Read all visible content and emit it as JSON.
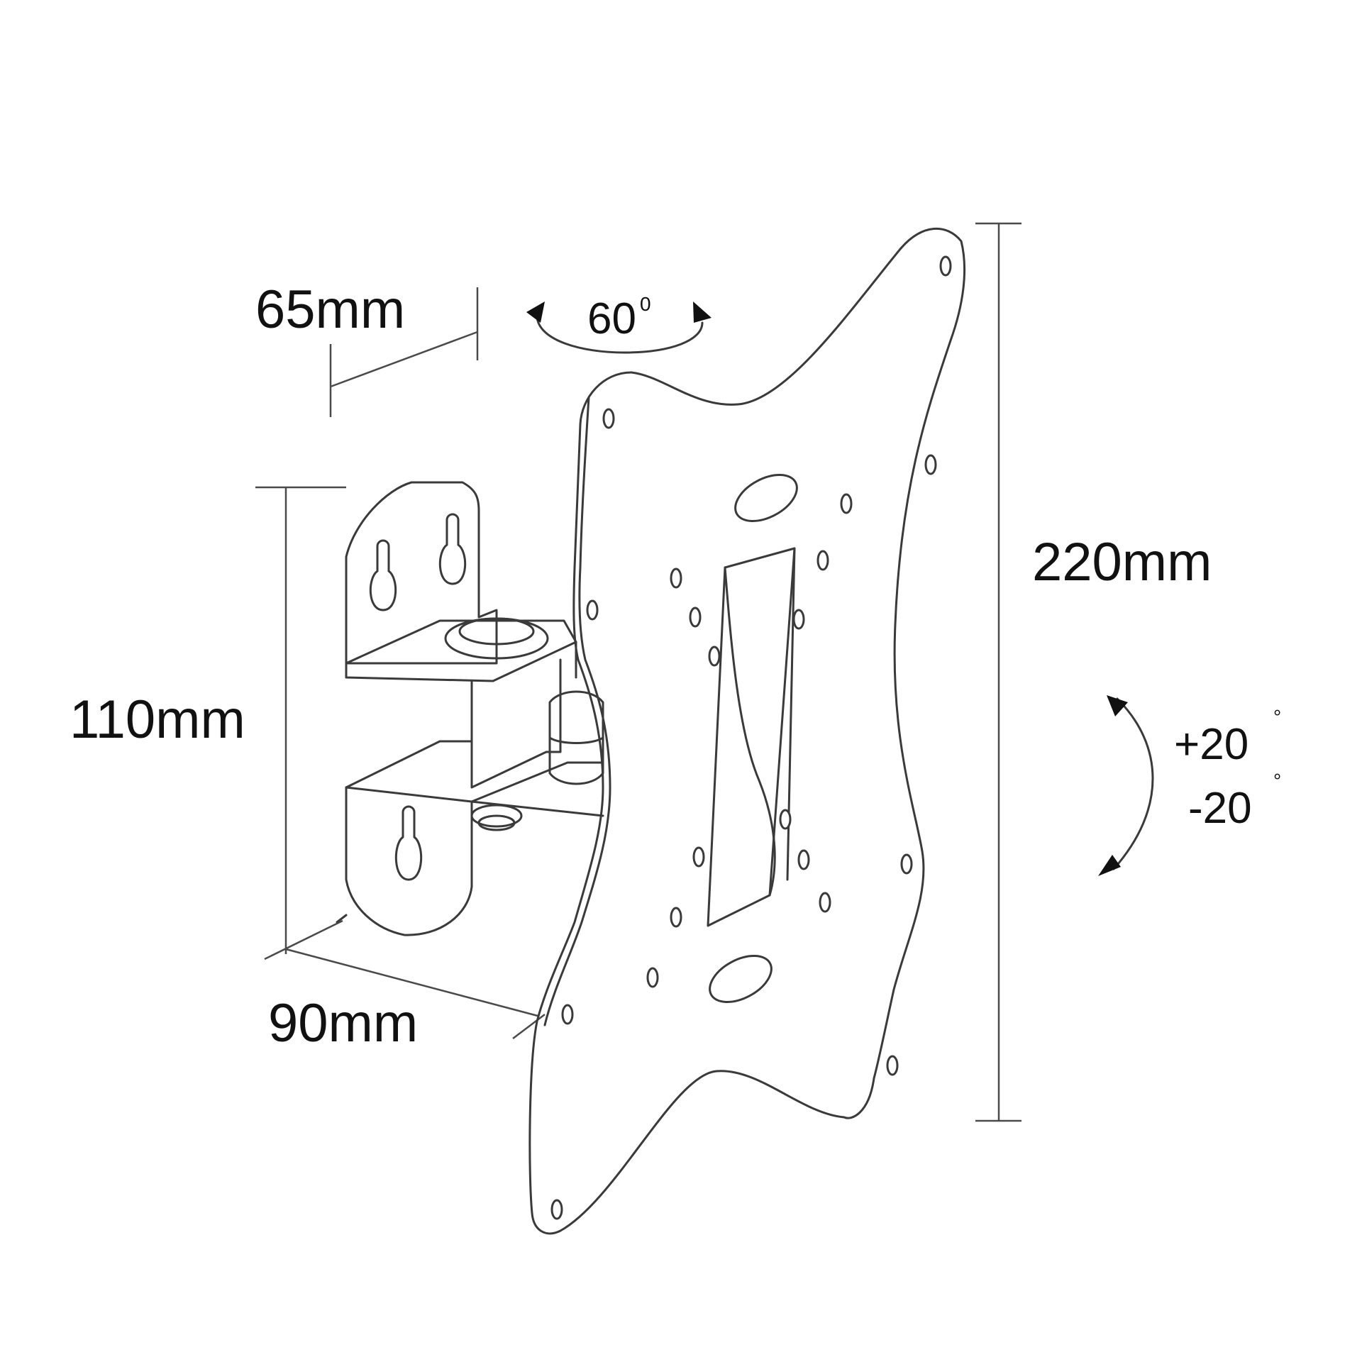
{
  "dimensions": {
    "depth_min": "65mm",
    "height_wall_plate": "110mm",
    "depth_max": "90mm",
    "height_vesa_plate": "220mm"
  },
  "angles": {
    "swivel": "60",
    "swivel_unit": "0",
    "tilt_up": "+20",
    "tilt_down": "-20",
    "tilt_unit": "°"
  }
}
